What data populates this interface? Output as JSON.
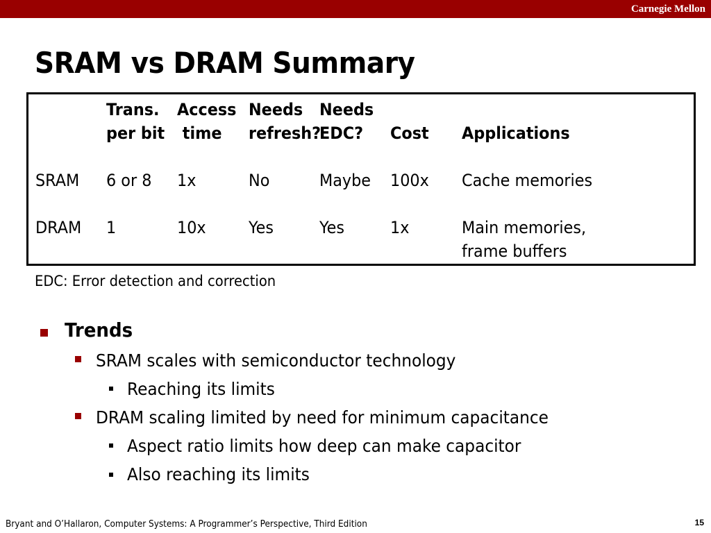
{
  "header": {
    "brand": "Carnegie Mellon",
    "bar_color": "#990000"
  },
  "title": "SRAM vs DRAM Summary",
  "table": {
    "header_line1": [
      "Trans.",
      "Access",
      "Needs",
      "Needs"
    ],
    "header_line2": [
      "per bit",
      " time",
      "refresh?",
      "EDC?",
      "Cost",
      "Applications"
    ],
    "rows": [
      {
        "name": "SRAM",
        "trans_per_bit": "6 or 8",
        "access_time": "1x",
        "needs_refresh": "No",
        "needs_edc": "Maybe",
        "cost": "100x",
        "applications": [
          "Cache memories"
        ]
      },
      {
        "name": "DRAM",
        "trans_per_bit": "1",
        "access_time": "10x",
        "needs_refresh": "Yes",
        "needs_edc": "Yes",
        "cost": "1x",
        "applications": [
          "Main memories,",
          "frame buffers"
        ]
      }
    ]
  },
  "note": "EDC: Error detection and correction",
  "trends": {
    "heading": "Trends",
    "items": [
      {
        "text": "SRAM scales with semiconductor technology",
        "sub": [
          "Reaching its limits"
        ]
      },
      {
        "text": "DRAM scaling limited by need for minimum capacitance",
        "sub": [
          "Aspect ratio limits how deep can make capacitor",
          "Also reaching its limits"
        ]
      }
    ]
  },
  "footer": {
    "citation": "Bryant and O’Hallaron, Computer Systems: A Programmer’s Perspective, Third Edition",
    "page_number": "15"
  }
}
